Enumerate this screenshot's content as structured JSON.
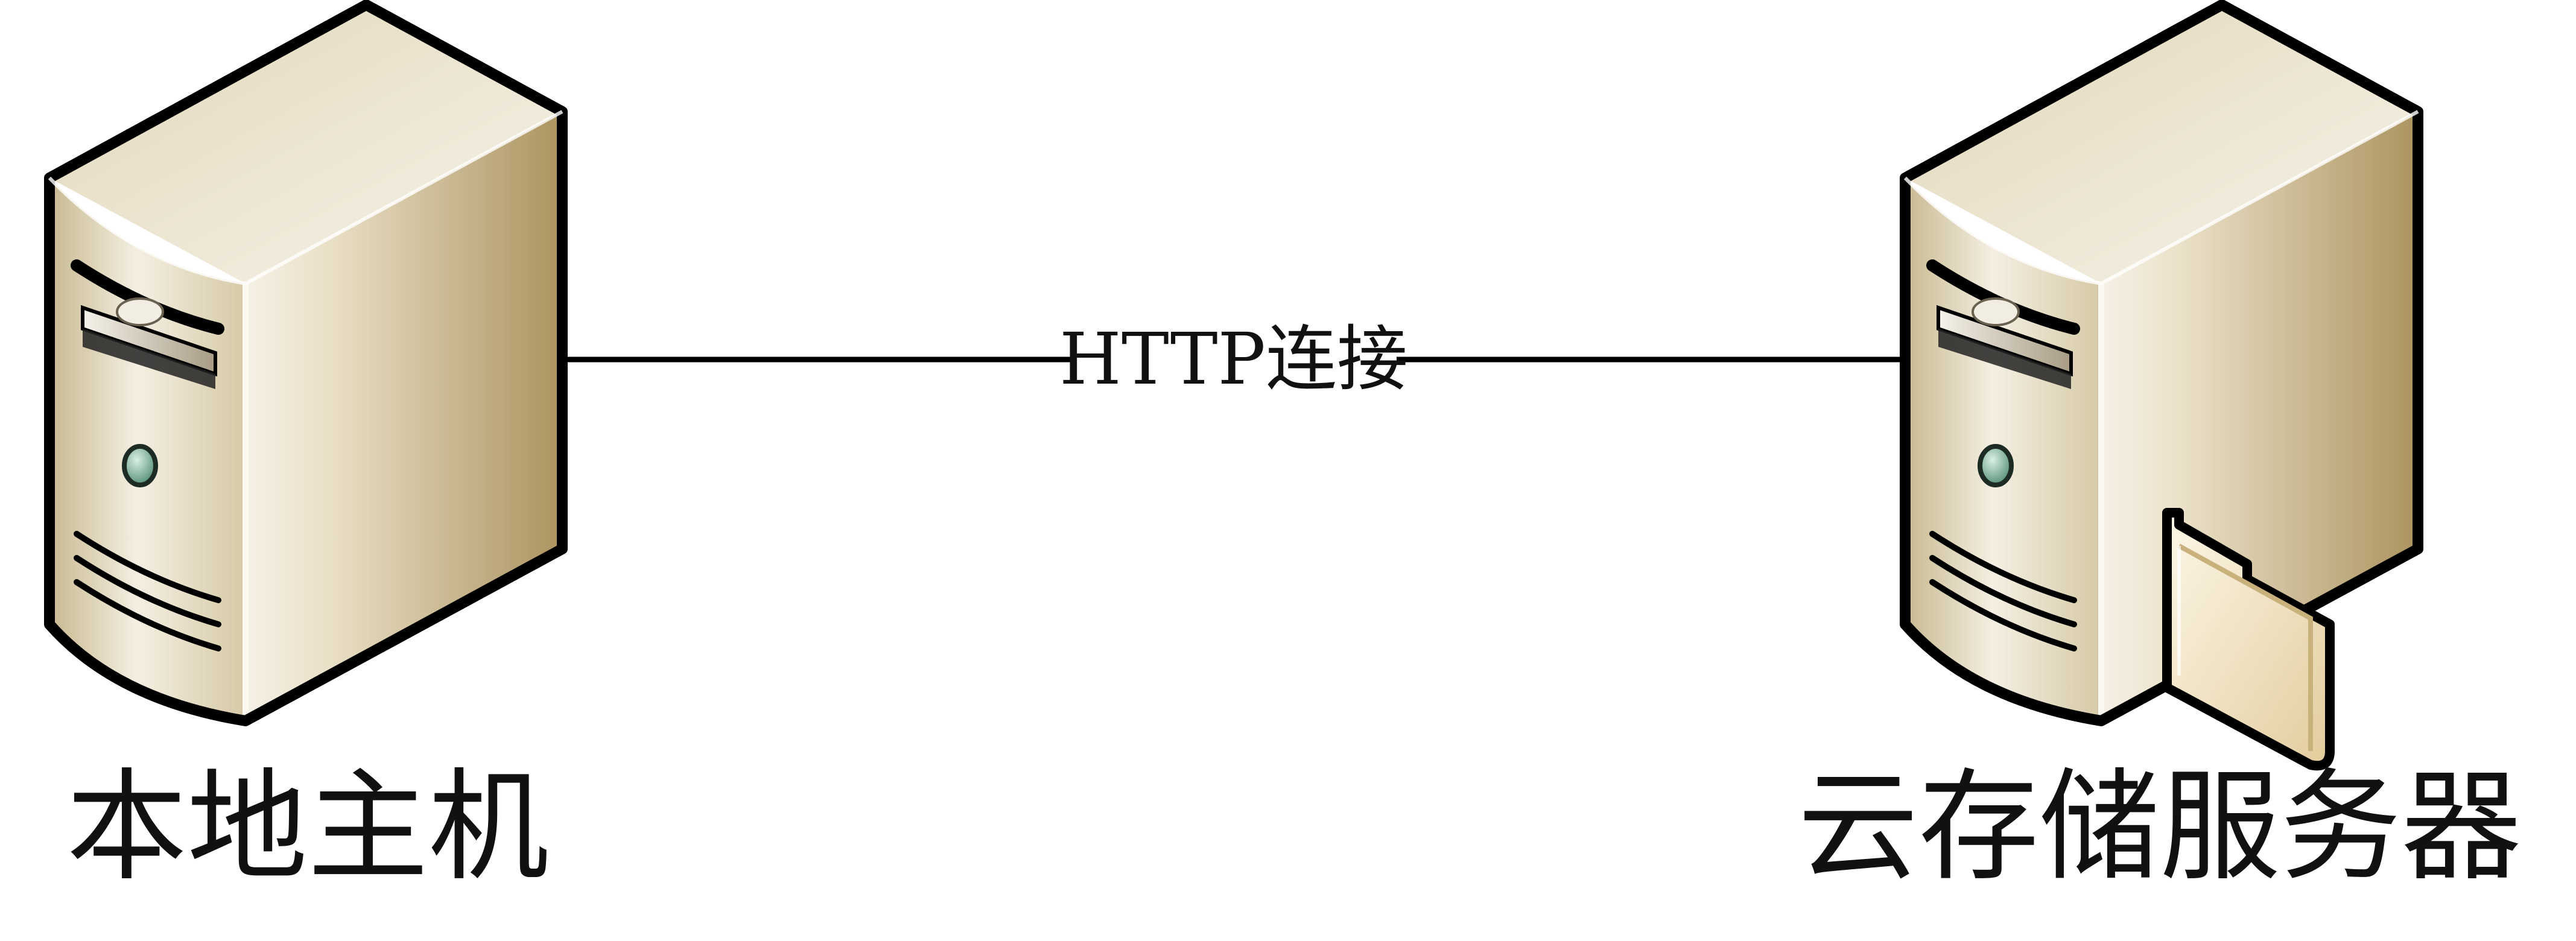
{
  "nodes": {
    "local_host": {
      "label": "本地主机",
      "icon": "server-tower-icon"
    },
    "cloud_server": {
      "label": "云存储服务器",
      "icon": "file-server-icon"
    }
  },
  "edge": {
    "label": "HTTP连接",
    "from": "本地主机",
    "to": "云存储服务器"
  },
  "colors": {
    "outline": "#000000",
    "server_front_light": "#f2ecdd",
    "server_front_dark": "#c2b38d",
    "server_side": "#b29d6b",
    "server_top": "#ece5d2",
    "led": "#5e9a82",
    "folder_light": "#fbf1d9",
    "folder_dark": "#e6d2a6"
  }
}
